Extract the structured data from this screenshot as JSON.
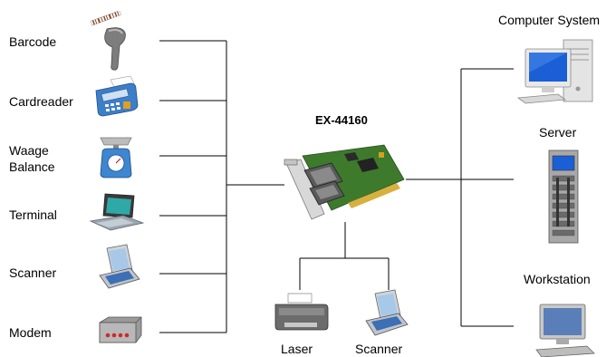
{
  "card": {
    "title": "EX-44160"
  },
  "left_devices": [
    {
      "label": "Barcode",
      "icon": "barcode-scanner-icon"
    },
    {
      "label": "Cardreader",
      "icon": "card-reader-icon"
    },
    {
      "label": "Waage",
      "label2": "Balance",
      "icon": "scale-icon"
    },
    {
      "label": "Terminal",
      "icon": "terminal-icon"
    },
    {
      "label": "Scanner",
      "icon": "flatbed-scanner-icon"
    },
    {
      "label": "Modem",
      "icon": "modem-icon"
    }
  ],
  "right_devices": [
    {
      "label": "Computer System",
      "icon": "computer-system-icon"
    },
    {
      "label": "Server",
      "icon": "server-rack-icon"
    },
    {
      "label": "Workstation",
      "icon": "workstation-icon"
    }
  ],
  "bottom_devices": [
    {
      "label": "Laser",
      "icon": "laser-printer-icon"
    },
    {
      "label": "Scanner",
      "icon": "flatbed-scanner-icon"
    }
  ],
  "colors": {
    "wire": "#000000",
    "screen": "#1a5fd6",
    "metal": "#c8c8c8",
    "pcb": "#3a7a2a"
  }
}
